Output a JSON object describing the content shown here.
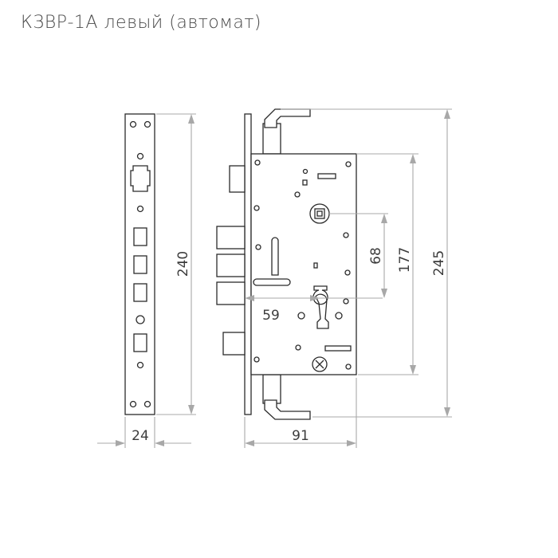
{
  "title": "КЗВР-1А  левый (автомат)",
  "dimensions": {
    "strip_length": "240",
    "strip_width": "24",
    "body_width": "91",
    "backset": "59",
    "center_distance": "68",
    "body_height": "177",
    "overall_height": "245"
  },
  "colors": {
    "outline": "#2b2b2b",
    "dimension_line": "#a8a8a8",
    "text": "#3c3c3c"
  }
}
